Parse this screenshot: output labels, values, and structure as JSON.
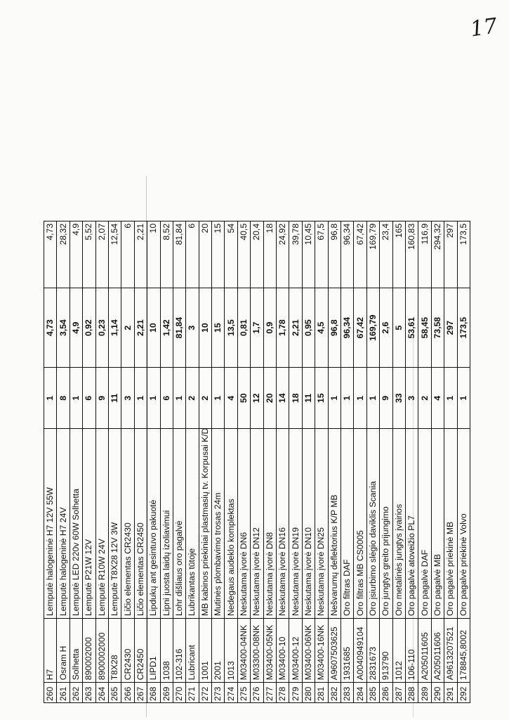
{
  "page": {
    "number": "17"
  },
  "rows": [
    {
      "nr": "260",
      "code": "H7",
      "name": "Lemputė halogeninė H7 12V 55W",
      "qty": "1",
      "price": "4,73",
      "total": "4,73"
    },
    {
      "nr": "261",
      "code": "Osram H",
      "name": "Lemputė halogeninė H7 24V",
      "qty": "8",
      "price": "3,54",
      "total": "28,32"
    },
    {
      "nr": "262",
      "code": "Solhetta",
      "name": "Lemputė LED 220v 60W Solhetta",
      "qty": "1",
      "price": "4,9",
      "total": "4,9"
    },
    {
      "nr": "263",
      "code": "890002000",
      "name": "Lemputė P21W 12V",
      "qty": "6",
      "price": "0,92",
      "total": "5,52"
    },
    {
      "nr": "264",
      "code": "8900002000",
      "name": "Lemputė R10W 24V",
      "qty": "9",
      "price": "0,23",
      "total": "2,07"
    },
    {
      "nr": "265",
      "code": "T8X28",
      "name": "Lemputė T8X28 12V 3W",
      "qty": "11",
      "price": "1,14",
      "total": "12,54"
    },
    {
      "nr": "266",
      "code": "CR2430",
      "name": "Ličio elementas CR2430",
      "qty": "3",
      "price": "2",
      "total": "6"
    },
    {
      "nr": "267",
      "code": "CR2450",
      "name": "Ličio elementas CR2450",
      "qty": "1",
      "price": "2,21",
      "total": "2,21"
    },
    {
      "nr": "268",
      "code": "LIPD1",
      "name": "Lipdukų ant gesintuvo pakuotė",
      "qty": "1",
      "price": "10",
      "total": "10"
    },
    {
      "nr": "269",
      "code": "1038",
      "name": "Lipni juosta laidų izoliavimui",
      "qty": "6",
      "price": "1,42",
      "total": "8,52"
    },
    {
      "nr": "270",
      "code": "102-316",
      "name": "Lohr dišliaus oro pagalvė",
      "qty": "1",
      "price": "81,84",
      "total": "81,84"
    },
    {
      "nr": "271",
      "code": "Lubricant",
      "name": "Lubrikantas tūtoje",
      "qty": "2",
      "price": "3",
      "total": "6"
    },
    {
      "nr": "272",
      "code": "1001",
      "name": "MB kabinos priekiniai plastmasių tv. Korpusai K/D pusės",
      "qty": "2",
      "price": "10",
      "total": "20"
    },
    {
      "nr": "273",
      "code": "2001",
      "name": "Mutinės plombavimo trosas 24m",
      "qty": "1",
      "price": "15",
      "total": "15"
    },
    {
      "nr": "274",
      "code": "1013",
      "name": "Nedegaus audeklo komplektas",
      "qty": "4",
      "price": "13,5",
      "total": "54"
    },
    {
      "nr": "275",
      "code": "M03400-04NK",
      "name": "Neskutama įvorė DN6",
      "qty": "50",
      "price": "0,81",
      "total": "40,5"
    },
    {
      "nr": "276",
      "code": "M03300-08NK",
      "name": "Neskutama įvorė DN12",
      "qty": "12",
      "price": "1,7",
      "total": "20,4"
    },
    {
      "nr": "277",
      "code": "M03400-05NK",
      "name": "Neskutama įvorė DN8",
      "qty": "20",
      "price": "0,9",
      "total": "18"
    },
    {
      "nr": "278",
      "code": "M03400-10",
      "name": "Neskutama įvorė DN16",
      "qty": "14",
      "price": "1,78",
      "total": "24,92"
    },
    {
      "nr": "279",
      "code": "M03400-12",
      "name": "Neskutama įvorė DN19",
      "qty": "18",
      "price": "2,21",
      "total": "39,78"
    },
    {
      "nr": "280",
      "code": "M03400-06NK",
      "name": "Neskutama įvorė DN10",
      "qty": "11",
      "price": "0,95",
      "total": "10,45"
    },
    {
      "nr": "281",
      "code": "M03400-16NK",
      "name": "Neskutama įvorė DN25",
      "qty": "15",
      "price": "4,5",
      "total": "67,5"
    },
    {
      "nr": "282",
      "code": "A9607503625",
      "name": "Nešvarumų deflektorius K/P MB",
      "qty": "1",
      "price": "96,8",
      "total": "96,8"
    },
    {
      "nr": "283",
      "code": "1931685",
      "name": "Oro filtras DAF",
      "qty": "1",
      "price": "96,34",
      "total": "96,34"
    },
    {
      "nr": "284",
      "code": "A0040949104",
      "name": "Oro filtras MB CS0005",
      "qty": "1",
      "price": "67,42",
      "total": "67,42"
    },
    {
      "nr": "285",
      "code": "2831673",
      "name": "Oro įsiurbimo slėgio daviklis Scania",
      "qty": "1",
      "price": "169,79",
      "total": "169,79"
    },
    {
      "nr": "286",
      "code": "913790",
      "name": "Oro jungtys greito prijungimo",
      "qty": "9",
      "price": "2,6",
      "total": "23,4"
    },
    {
      "nr": "287",
      "code": "1012",
      "name": "Oro metalinės jungtys įvairios",
      "qty": "33",
      "price": "5",
      "total": "165"
    },
    {
      "nr": "288",
      "code": "106-110",
      "name": "Oro pagalvė atoveižio PL7",
      "qty": "3",
      "price": "53,61",
      "total": "160,83"
    },
    {
      "nr": "289",
      "code": "A205011605",
      "name": "Oro pagalvė DAF",
      "qty": "2",
      "price": "58,45",
      "total": "116,9"
    },
    {
      "nr": "290",
      "code": "A205011606",
      "name": "Oro pagalvė MB",
      "qty": "4",
      "price": "73,58",
      "total": "294,32"
    },
    {
      "nr": "291",
      "code": "A9613207521",
      "name": "Oro pagalvė priekinė MB",
      "qty": "1",
      "price": "297",
      "total": "297"
    },
    {
      "nr": "292",
      "code": "178845,8002",
      "name": "Oro pagalvė priekinė Volvo",
      "qty": "1",
      "price": "173,5",
      "total": "173,5"
    }
  ]
}
